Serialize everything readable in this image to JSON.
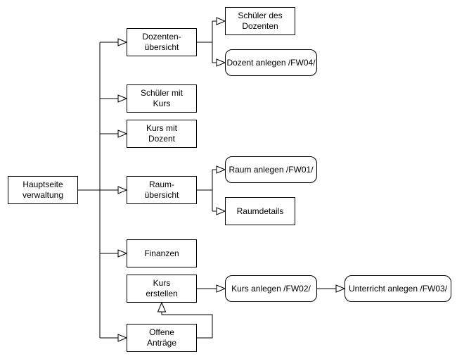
{
  "diagram_type": "sitemap-flowchart",
  "style": {
    "stroke_color": "#000000",
    "node_fill": "#ffffff",
    "text_color": "#000000",
    "background": "#ffffff",
    "arrow_style": "open-triangle"
  },
  "nodes": {
    "hauptseite": {
      "label": "Hauptseite\nverwaltung",
      "shape": "rect"
    },
    "dozentenuebersicht": {
      "label": "Dozenten-\nübersicht",
      "shape": "rect"
    },
    "schueler_mit_kurs": {
      "label": "Schüler mit\nKurs",
      "shape": "rect"
    },
    "kurs_mit_dozent": {
      "label": "Kurs mit\nDozent",
      "shape": "rect"
    },
    "raumuebersicht": {
      "label": "Raum-\nübersicht",
      "shape": "rect"
    },
    "finanzen": {
      "label": "Finanzen",
      "shape": "rect"
    },
    "kurs_erstellen": {
      "label": "Kurs\nerstellen",
      "shape": "rect"
    },
    "offene_antraege": {
      "label": "Offene\nAnträge",
      "shape": "rect"
    },
    "schueler_des_dozenten": {
      "label": "Schüler des\nDozenten",
      "shape": "rect"
    },
    "dozent_anlegen": {
      "label": "Dozent anlegen /FW04/",
      "shape": "rounded"
    },
    "raum_anlegen": {
      "label": "Raum anlegen /FW01/",
      "shape": "rounded"
    },
    "raumdetails": {
      "label": "Raumdetails",
      "shape": "rect"
    },
    "kurs_anlegen": {
      "label": "Kurs anlegen /FW02/",
      "shape": "rounded"
    },
    "unterricht_anlegen": {
      "label": "Unterricht anlegen /FW03/",
      "shape": "rounded"
    }
  },
  "edges": [
    {
      "from": "hauptseite",
      "to": "dozentenuebersicht",
      "arrow": "open-triangle"
    },
    {
      "from": "hauptseite",
      "to": "schueler_mit_kurs",
      "arrow": "open-triangle"
    },
    {
      "from": "hauptseite",
      "to": "kurs_mit_dozent",
      "arrow": "open-triangle"
    },
    {
      "from": "hauptseite",
      "to": "raumuebersicht",
      "arrow": "open-triangle"
    },
    {
      "from": "hauptseite",
      "to": "finanzen",
      "arrow": "open-triangle"
    },
    {
      "from": "hauptseite",
      "to": "offene_antraege",
      "arrow": "open-triangle"
    },
    {
      "from": "dozentenuebersicht",
      "to": "schueler_des_dozenten",
      "arrow": "open-triangle"
    },
    {
      "from": "dozentenuebersicht",
      "to": "dozent_anlegen",
      "arrow": "open-triangle"
    },
    {
      "from": "raumuebersicht",
      "to": "raum_anlegen",
      "arrow": "open-triangle"
    },
    {
      "from": "raumuebersicht",
      "to": "raumdetails",
      "arrow": "open-triangle"
    },
    {
      "from": "kurs_erstellen",
      "to": "kurs_anlegen",
      "arrow": "open-triangle"
    },
    {
      "from": "kurs_anlegen",
      "to": "unterricht_anlegen",
      "arrow": "open-triangle"
    },
    {
      "from": "offene_antraege",
      "to": "kurs_erstellen",
      "arrow": "open-triangle"
    }
  ]
}
